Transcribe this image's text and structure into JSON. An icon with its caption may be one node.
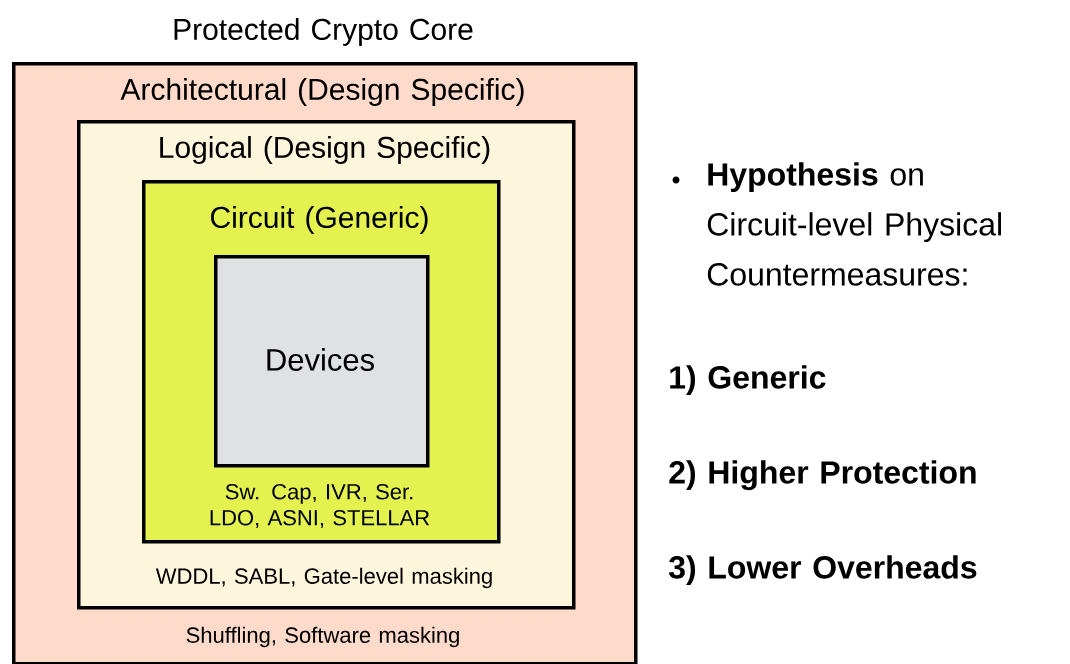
{
  "diagram": {
    "nodes": [
      {
        "text": [
          "Protected Crypto Core",
          "Architectural (Design Specific)",
          "Shuffling, Software masking"
        ]
      },
      {
        "text": [
          "Logical (Design Specific)",
          "WDDL, SABL, Gate-level masking"
        ],
        "in": 0
      },
      {
        "text": [
          "Circuit (Generic)",
          "Sw. Cap, IVR, Ser. LDO, ASNI, STELLAR"
        ],
        "in": 1
      },
      {
        "text": [
          "Devices"
        ],
        "in": 2
      }
    ],
    "labels": [
      "**Hypothesis** on Circuit-level Physical Countermeasures:",
      "1)  Generic",
      "2) Higher Protection",
      "3) Lower Overheads"
    ]
  }
}
